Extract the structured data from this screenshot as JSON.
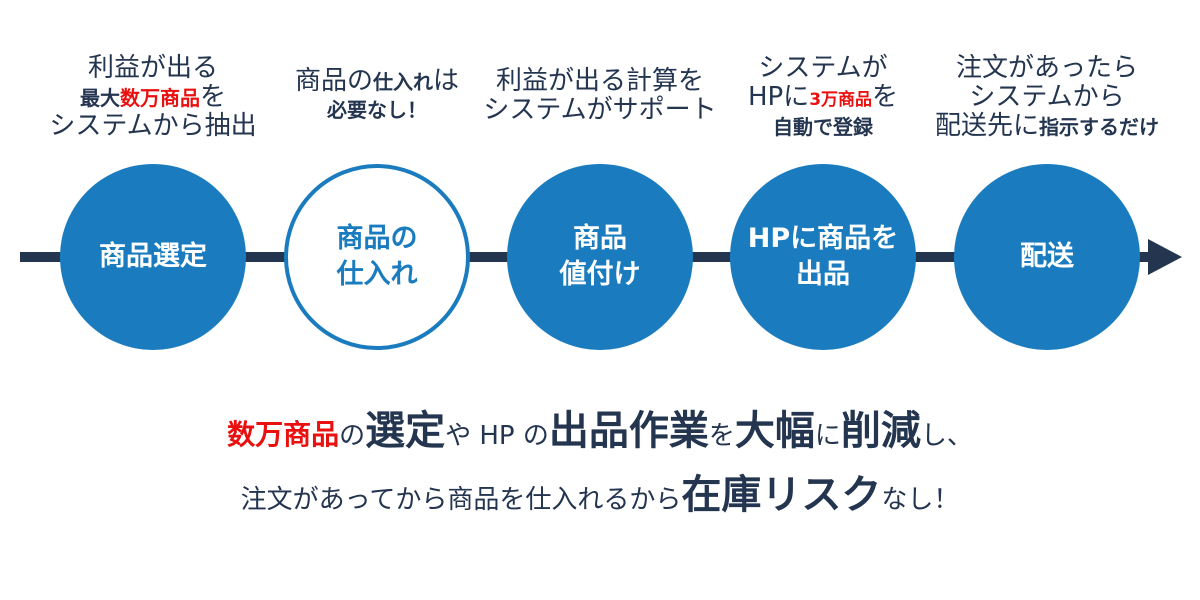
{
  "steps": [
    {
      "label_lines": [
        "商品選定"
      ],
      "style": "filled",
      "caption": [
        [
          {
            "t": "利益が出る",
            "k": "n"
          }
        ],
        [
          {
            "t": "最大",
            "k": "b"
          },
          {
            "t": "数万商品",
            "k": "r"
          },
          {
            "t": "を",
            "k": "n"
          }
        ],
        [
          {
            "t": "システムから抽出",
            "k": "n"
          }
        ]
      ]
    },
    {
      "label_lines": [
        "商品の",
        "仕入れ"
      ],
      "style": "outline",
      "caption": [
        [
          {
            "t": "商品の",
            "k": "n"
          },
          {
            "t": "仕入れ",
            "k": "b"
          },
          {
            "t": "は",
            "k": "n"
          }
        ],
        [
          {
            "t": "必要なし！",
            "k": "b"
          }
        ]
      ]
    },
    {
      "label_lines": [
        "商品",
        "値付け"
      ],
      "style": "filled",
      "caption": [
        [
          {
            "t": "利益が出る計算を",
            "k": "n"
          }
        ],
        [
          {
            "t": "システムがサポート",
            "k": "n"
          }
        ]
      ]
    },
    {
      "label_lines": [
        "HPに商品を",
        "出品"
      ],
      "style": "filled",
      "caption": [
        [
          {
            "t": "システムが",
            "k": "n"
          }
        ],
        [
          {
            "t": "HPに",
            "k": "n"
          },
          {
            "t": "3万商品",
            "k": "rs"
          },
          {
            "t": "を",
            "k": "n"
          }
        ],
        [
          {
            "t": "自動で登録",
            "k": "b"
          }
        ]
      ]
    },
    {
      "label_lines": [
        "配送"
      ],
      "style": "filled",
      "caption": [
        [
          {
            "t": "注文があったら",
            "k": "n"
          }
        ],
        [
          {
            "t": "システムから",
            "k": "n"
          }
        ],
        [
          {
            "t": "配送先に",
            "k": "n"
          },
          {
            "t": "指示するだけ",
            "k": "b"
          }
        ]
      ]
    }
  ],
  "summary": [
    [
      {
        "t": "数万商品",
        "k": "R"
      },
      {
        "t": "の",
        "k": "n"
      },
      {
        "t": "選定",
        "k": "B"
      },
      {
        "t": "や HP の",
        "k": "n"
      },
      {
        "t": "出品作業",
        "k": "B"
      },
      {
        "t": "を",
        "k": "n"
      },
      {
        "t": "大幅",
        "k": "B"
      },
      {
        "t": "に",
        "k": "n"
      },
      {
        "t": "削減",
        "k": "B"
      },
      {
        "t": "し、",
        "k": "n"
      }
    ],
    [
      {
        "t": "注文があってから商品を仕入れるから",
        "k": "n"
      },
      {
        "t": "在庫リスク",
        "k": "B"
      },
      {
        "t": "なし！",
        "k": "n"
      }
    ]
  ],
  "colors": {
    "circle": "#1a7cbf",
    "text": "#243550",
    "accent": "#e8110f"
  }
}
